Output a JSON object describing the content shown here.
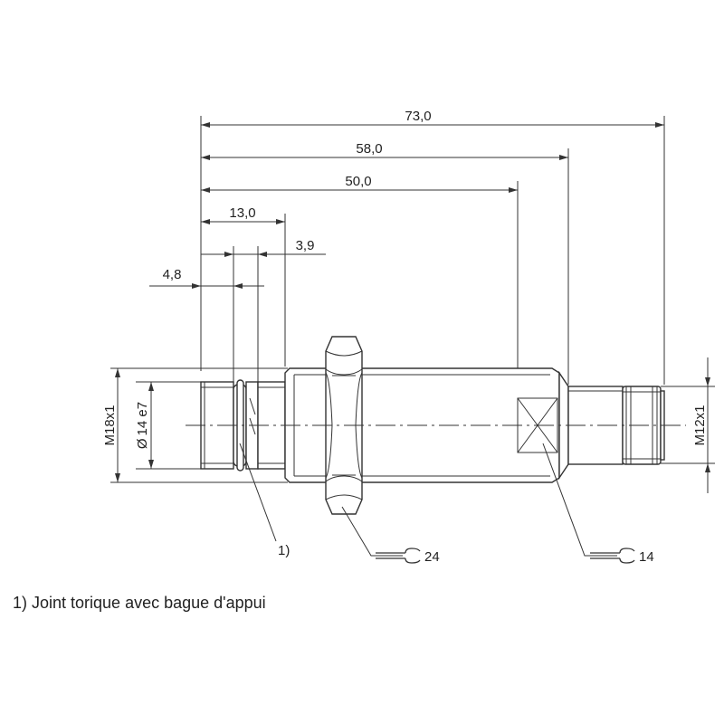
{
  "dimensions": {
    "overall_length": "73,0",
    "length_to_connector_shoulder": "58,0",
    "length_to_wrench_flats": "50,0",
    "front_to_body_shoulder": "13,0",
    "groove_width": "3,9",
    "front_to_groove": "4,8",
    "body_thread": "M18x1",
    "front_diameter": "14 e7",
    "diameter_symbol": "Ø",
    "connector_thread": "M12x1"
  },
  "wrench_sizes": {
    "nut": "24",
    "flats": "14"
  },
  "callouts": {
    "oring_ref": "1)"
  },
  "notes": {
    "footnote": "1) Joint torique avec bague d'appui"
  }
}
